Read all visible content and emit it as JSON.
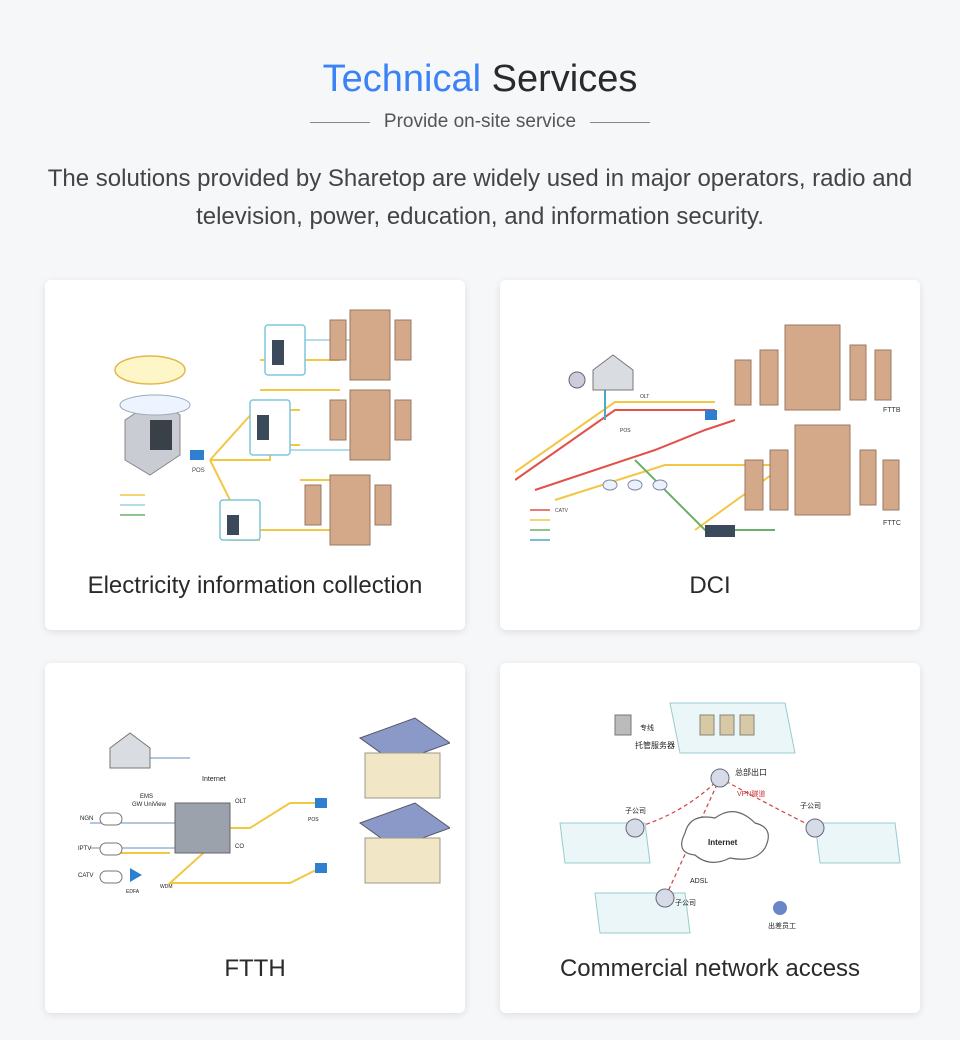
{
  "header": {
    "title_highlight": "Technical",
    "title_rest": "Services",
    "subtitle": "Provide on-site service",
    "description": "The solutions provided by Sharetop are widely used in major operators, radio and television, power, education, and information security."
  },
  "cards": [
    {
      "caption": "Electricity information collection",
      "diagram_labels": {
        "pos": "POS"
      }
    },
    {
      "caption": "DCI",
      "diagram_labels": {
        "fttb": "FTTB",
        "fttc": "FTTC",
        "olt": "OLT",
        "pos": "POS",
        "catv": "CATV"
      }
    },
    {
      "caption": "FTTH",
      "diagram_labels": {
        "internet": "Internet",
        "ems": "EMS",
        "gw": "GW UniView",
        "ngn": "NGN",
        "iptv": "IPTV",
        "catv": "CATV",
        "olt": "OLT",
        "co": "CO",
        "pos": "POS",
        "edfa": "EDFA",
        "wdm": "WDM"
      }
    },
    {
      "caption": "Commercial network access",
      "diagram_labels": {
        "hosting": "托管服务器",
        "dedicated": "专线",
        "hq_exit": "总部出口",
        "vpn": "VPN隧道",
        "internet": "Internet",
        "branch": "子公司",
        "adsl": "ADSL",
        "remote": "出差员工"
      }
    }
  ],
  "colors": {
    "accent": "#3b82f6",
    "fiber": "#f2c744",
    "catv": "#e2504a",
    "power": "#6bb06a",
    "teal": "#4aa8c8"
  }
}
